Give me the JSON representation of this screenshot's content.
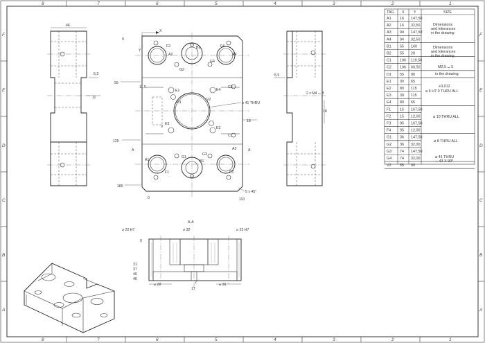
{
  "border": {
    "columns": [
      "8",
      "7",
      "6",
      "5",
      "4",
      "3",
      "2",
      "1"
    ],
    "rows": [
      "F",
      "E",
      "D",
      "C",
      "B",
      "A"
    ]
  },
  "hole_table": {
    "headers": [
      "TAG",
      "X",
      "Y",
      "SIZE"
    ],
    "rows": [
      {
        "tag": "A1",
        "x": "16",
        "y": "147,50"
      },
      {
        "tag": "A2",
        "x": "16",
        "y": "32,50"
      },
      {
        "tag": "A3",
        "x": "94",
        "y": "147,50"
      },
      {
        "tag": "A4",
        "x": "94",
        "y": "32,50"
      },
      {
        "tag": "B1",
        "x": "55",
        "y": "160"
      },
      {
        "tag": "B2",
        "x": "55",
        "y": "20"
      },
      {
        "tag": "C1",
        "x": "106",
        "y": "119,50"
      },
      {
        "tag": "C2",
        "x": "106",
        "y": "60,50"
      },
      {
        "tag": "D1",
        "x": "55",
        "y": "90"
      },
      {
        "tag": "E1",
        "x": "30",
        "y": "65"
      },
      {
        "tag": "E2",
        "x": "80",
        "y": "115"
      },
      {
        "tag": "E3",
        "x": "30",
        "y": "115"
      },
      {
        "tag": "E4",
        "x": "80",
        "y": "65"
      },
      {
        "tag": "F1",
        "x": "15",
        "y": "167,50"
      },
      {
        "tag": "F2",
        "x": "15",
        "y": "12,00"
      },
      {
        "tag": "F3",
        "x": "95",
        "y": "167,50"
      },
      {
        "tag": "F4",
        "x": "95",
        "y": "12,00"
      },
      {
        "tag": "G1",
        "x": "36",
        "y": "147,50"
      },
      {
        "tag": "G2",
        "x": "36",
        "y": "32,00"
      },
      {
        "tag": "G3",
        "x": "74",
        "y": "147,50"
      },
      {
        "tag": "G4",
        "x": "74",
        "y": "32,00"
      },
      {
        "tag": "V2",
        "x": "55",
        "y": "90"
      }
    ],
    "sizes": {
      "a_line1": "Dimensions",
      "a_line2": "and tolerances",
      "a_line3": "in the drawing",
      "b_line1": "Dimensions",
      "b_line2": "and tolerances",
      "b_line3": "in the drawing",
      "c": "M2,5 ⌴ 5",
      "d": "in the drawing",
      "e_tol": "+0,012",
      "e_line": "⌀ 6 H7  0    THRU ALL",
      "f": "⌀ 10 THRU ALL",
      "g": "⌀ 8 THRU ALL",
      "v_line1": "⌀ 41 THRU",
      "v_line2": "⌵ 43 X 90°"
    }
  },
  "front_view": {
    "dim_top": "46",
    "dim_right_a": "5,2",
    "dim_right_b": "11"
  },
  "plan_view": {
    "axis_x": "X",
    "axis_y": "Y",
    "origin_top": "0",
    "origin_left": "0",
    "dim_55": "55",
    "dim_125": "125",
    "dim_180": "180",
    "dim_0_bottom": "0",
    "dim_110": "110",
    "dim_15": "11,5",
    "dim_9": "9",
    "dim_18": "18",
    "chamfer": "5 x 45°",
    "thru_note": "⌀ 41 THRU",
    "tags": {
      "a1": "A1",
      "a2": "A2",
      "a3": "A3",
      "a4": "A4",
      "b1": "B1",
      "b2": "B2",
      "c1": "C1",
      "c2": "C2",
      "d1": "D1",
      "e1": "E1",
      "e2": "E2",
      "e3": "E3",
      "e4": "E4",
      "f1": "F1",
      "f2": "F2",
      "f3": "F3",
      "f4": "F4",
      "g1": "G1",
      "g2": "G2",
      "g3": "G3",
      "g4": "G4",
      "v2": "V2"
    },
    "section_a": "A"
  },
  "side_view": {
    "dim_5_5": "5,5",
    "dim_18": "18",
    "note": "2 x M4 ⌴ 8"
  },
  "section_view": {
    "title": "A-A",
    "callout_left": "⌀ 22 H7",
    "callout_mid": "⌀ 32",
    "callout_right": "⌀ 22 H7",
    "dim_0": "0",
    "depths": [
      "31",
      "37",
      "40",
      "46"
    ],
    "bottom_left": "⌀ 26",
    "bottom_mid": "2",
    "bottom_mid2": "17",
    "bottom_right": "⌀ 26"
  }
}
